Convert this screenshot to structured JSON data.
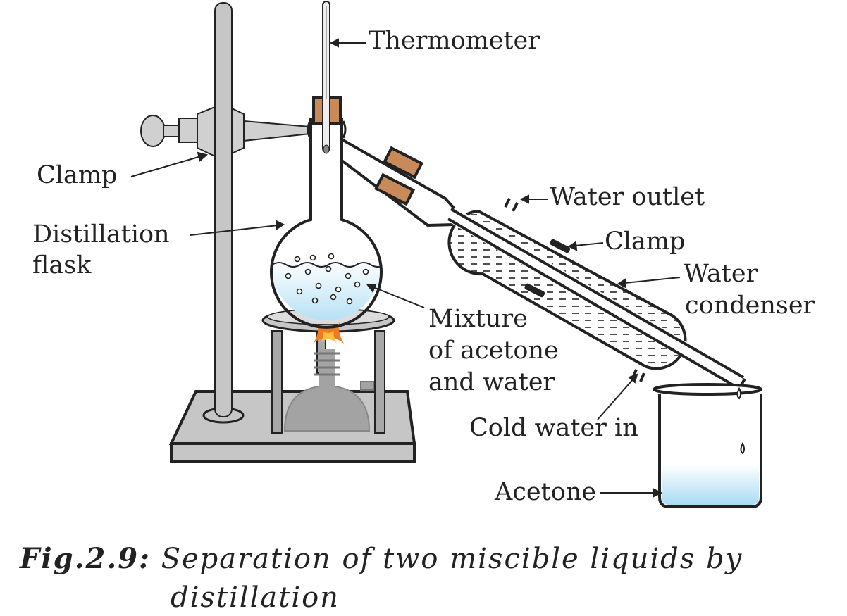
{
  "labels": {
    "thermometer": "Thermometer",
    "clamp_left": "Clamp",
    "distillation_flask_line1": "Distillation",
    "distillation_flask_line2": "flask",
    "water_outlet": "Water outlet",
    "clamp_right": "Clamp",
    "water_condenser_line1": "Water",
    "water_condenser_line2": "condenser",
    "mixture_line1": "Mixture",
    "mixture_line2": "of acetone",
    "mixture_line3": "and water",
    "cold_water_in": "Cold water in",
    "acetone": "Acetone"
  },
  "caption": {
    "figure_number": "Fig.2.9:",
    "text_line1": "Separation of two miscible liquids by",
    "text_line2": "distillation"
  },
  "colors": {
    "outline": "#222222",
    "stand_gray": "#c6c6c6",
    "burner_gray": "#9a9a9a",
    "cork": "#c98a5a",
    "liquid_blue": "#bfe2f3",
    "flame_orange": "#f07a22",
    "flame_yellow": "#f9c23c"
  }
}
